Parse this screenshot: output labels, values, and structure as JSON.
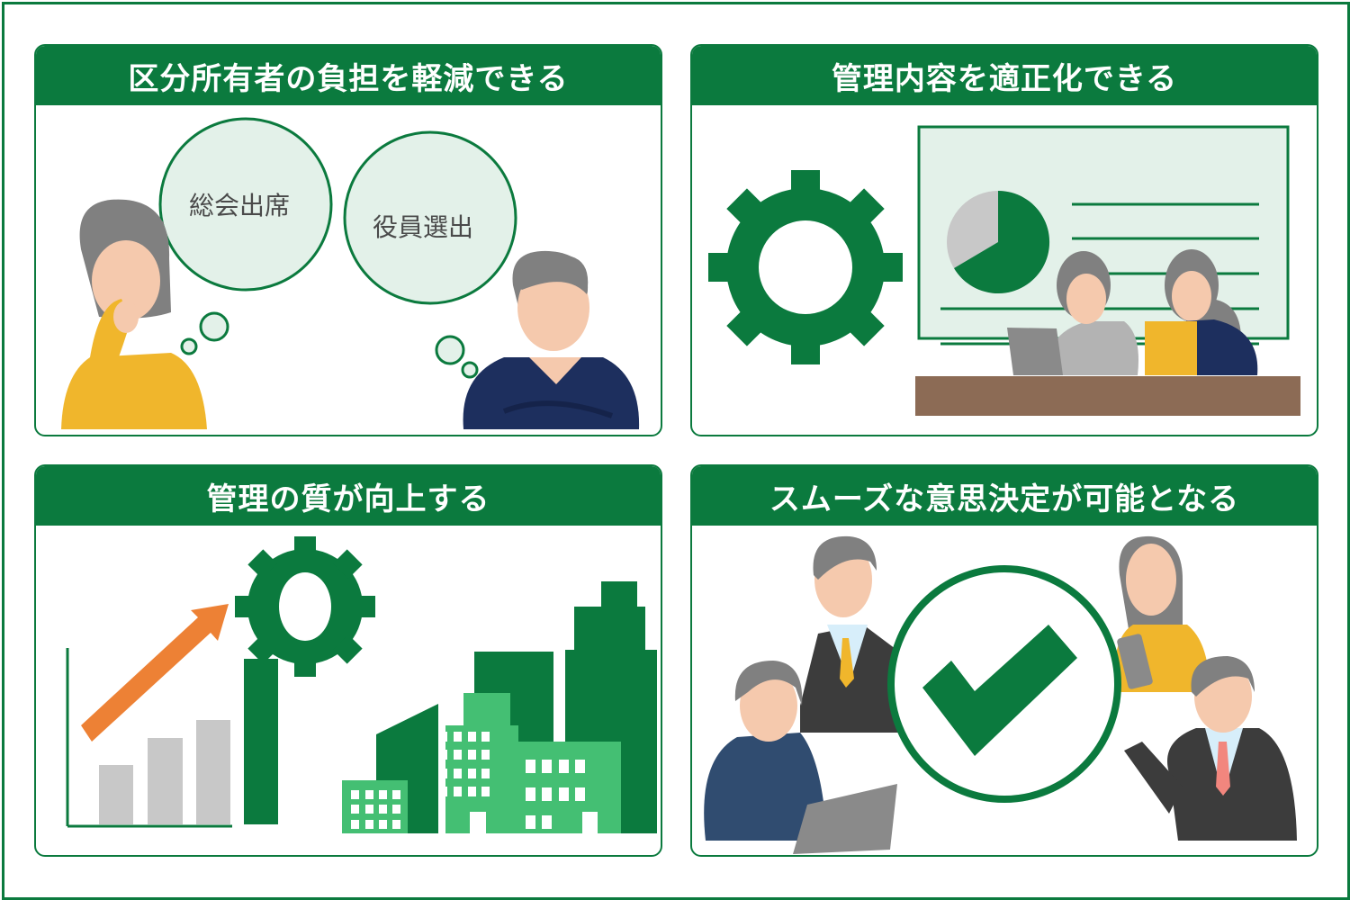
{
  "colors": {
    "brand_green": "#0b7a3e",
    "light_green": "#44bf73",
    "bubble_fill": "#e3f1e9",
    "orange": "#ed8135",
    "gray_bar": "#c8c8c8",
    "yellow": "#f0b62c",
    "navy": "#1d2f5e",
    "desk_brown": "#8c6b55",
    "hair_gray": "#808080",
    "skin": "#f5c9ad"
  },
  "panels": [
    {
      "title": "区分所有者の負担を軽減できる",
      "bubbles": [
        "総会出席",
        "役員選出"
      ]
    },
    {
      "title": "管理内容を適正化できる"
    },
    {
      "title": "管理の質が向上する"
    },
    {
      "title": "スムーズな意思決定が可能となる"
    }
  ]
}
